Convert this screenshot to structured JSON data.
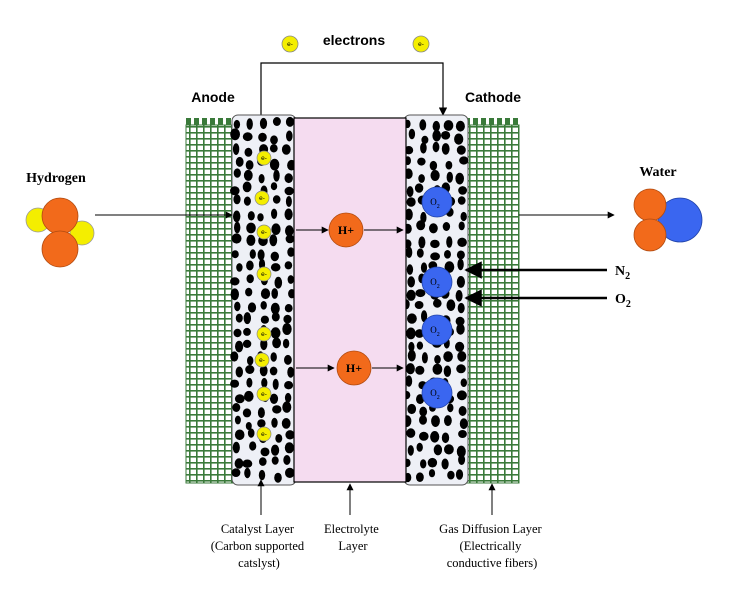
{
  "labels": {
    "electrons": "electrons",
    "anode": "Anode",
    "cathode": "Cathode",
    "hydrogen": "Hydrogen",
    "water": "Water",
    "n2": "N",
    "n2_sub": "2",
    "o2": "O",
    "o2_sub": "2"
  },
  "particles": {
    "electron": "e-",
    "proton": "H+",
    "oxygen": "O",
    "oxygen_sub": "2"
  },
  "captions": {
    "catalyst": [
      "Catalyst Layer",
      "(Carbon supported",
      "catslyst)"
    ],
    "electrolyte": [
      "Electrolyte",
      "Layer"
    ],
    "gdl": [
      "Gas Diffusion Layer",
      "(Electrically",
      "conductive fibers)"
    ]
  },
  "colors": {
    "electrode_green": "#3a7a3a",
    "electrolyte_fill": "#f5dcf0",
    "catalyst_fill": "#eef0f6",
    "hydrogen_orange": "#f26a1b",
    "electron_yellow": "#f4ee00",
    "oxygen_blue": "#3a66f0",
    "proton_orange": "#f26a1b"
  }
}
